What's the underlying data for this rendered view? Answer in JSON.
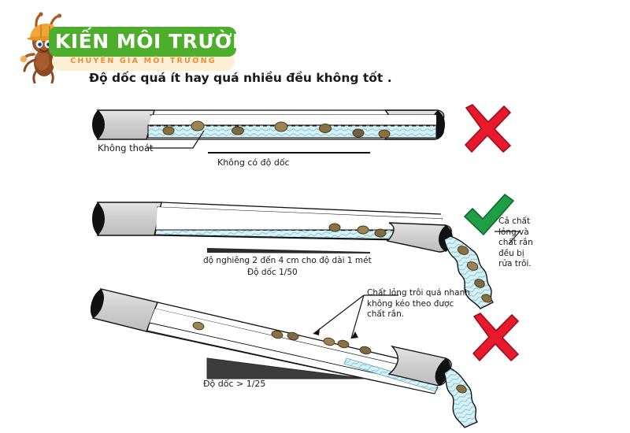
{
  "brand": {
    "name": "KIẾN MÔI TRƯỜNG",
    "tagline": "CHUYÊN GIA MÔI TRƯỜNG",
    "mascot": "ant-mascot-with-hardhat",
    "green": "#4cae2a",
    "cream": "#fdeed6",
    "orange": "#e8912f"
  },
  "headline": "Độ dốc quá ít hay quá nhiều đều không tốt .",
  "colors": {
    "pipe_gray": "#c9c9c9",
    "pipe_outline": "#1a1a1a",
    "water_cyan": "#cdeef3",
    "solid_brown": "#8a7142",
    "mark_bad": "#e8192c",
    "mark_good": "#1f9e46",
    "wedge_dark": "#3c3c3c"
  },
  "diagrams": [
    {
      "id": "no-slope",
      "verdict": "bad",
      "verdict_icon": "red-x-mark",
      "labels": {
        "pointer": "Không thoát",
        "caption": "Không có độ dốc"
      },
      "slope_text": "Không có độ dốc",
      "solids_count": 7
    },
    {
      "id": "correct-slope",
      "verdict": "good",
      "verdict_icon": "green-check-mark",
      "labels": {
        "caption_line1": "độ nghiêng 2 đến 4 cm cho độ dài 1 mét",
        "caption_line2": "Độ dốc 1/50",
        "note": "Cả chất\nlỏng và\nchất rắn\nđều bị\nrửa trôi."
      },
      "slope_text": "Độ dốc 1/50",
      "solids_count": 4
    },
    {
      "id": "too-steep",
      "verdict": "bad",
      "verdict_icon": "red-x-mark",
      "labels": {
        "note": "Chất lỏng trôi quá nhanh\nkhông kéo theo được\nchất rắn.",
        "caption": "Độ dốc > 1/25"
      },
      "slope_text": "Độ dốc > 1/25",
      "solids_count": 6
    }
  ]
}
